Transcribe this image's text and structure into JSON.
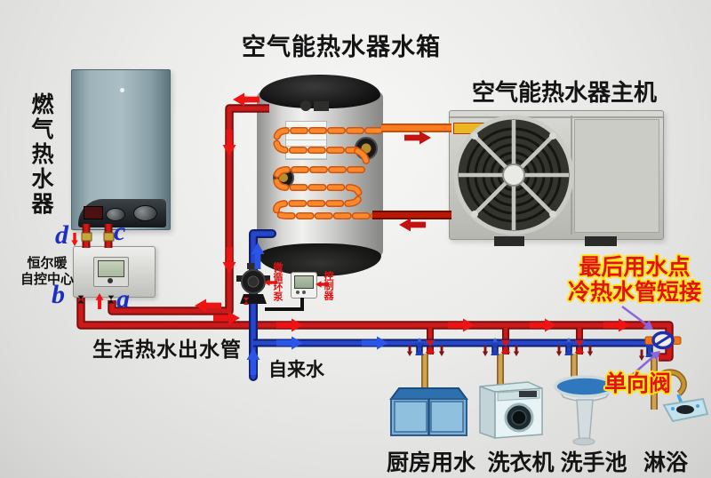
{
  "titles": {
    "tank": "空气能热水器水箱",
    "main_unit": "空气能热水器主机"
  },
  "left_side": {
    "gas_heater": "燃气热水器",
    "control_center_line1": "恒尔暖",
    "control_center_line2": "自控中心"
  },
  "ports": {
    "a": "a",
    "b": "b",
    "c": "c",
    "d": "d"
  },
  "pipes": {
    "hot_water_out": "生活热水出水管",
    "tap_water": "自来水"
  },
  "devices": {
    "pump": "微循环泵",
    "controller": "控制器"
  },
  "callouts": {
    "last_point_line1": "最后用水点",
    "last_point_line2": "冷热水管短接",
    "check_valve": "单向阀"
  },
  "appliances": [
    {
      "label": "厨房用水"
    },
    {
      "label": "洗衣机"
    },
    {
      "label": "洗手池"
    },
    {
      "label": "淋浴"
    }
  ],
  "colors": {
    "hot_pipe": "#c21717",
    "cold_pipe": "#1e3eb5",
    "coil_orange": "#fb8a2e",
    "refrigerant_dark": "#bb1803",
    "callout_red": "#e31313",
    "callout_outline": "#ffe51c",
    "port_letter_blue": "#1c2fc0",
    "pointer_purple": "#8a66da"
  }
}
